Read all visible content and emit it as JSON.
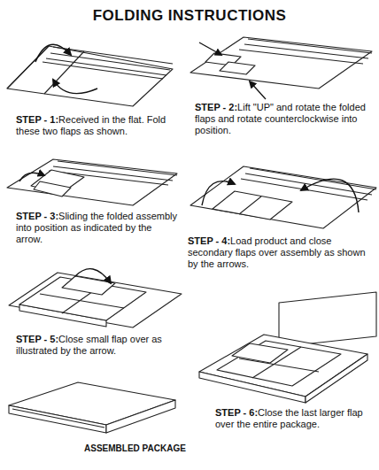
{
  "diagram": {
    "title": "FOLDING INSTRUCTIONS",
    "labels": [
      "STEP - 1:",
      "Received in the flat. Fold these two flaps as shown.",
      "STEP - 2:",
      "Lift \"UP\" and rotate the folded flaps and rotate counterclockwise into position.",
      "STEP - 3:",
      "Sliding the folded assembly into position as indicated by the arrow.",
      "STEP - 4:",
      "Load product and close secondary flaps over assembly as shown by the arrows.",
      "STEP - 5:",
      "Close small flap over as illustrated by the arrow.",
      "STEP - 6:",
      "Close the last larger flap over the entire package.",
      "ASSEMBLED PACKAGE"
    ]
  }
}
